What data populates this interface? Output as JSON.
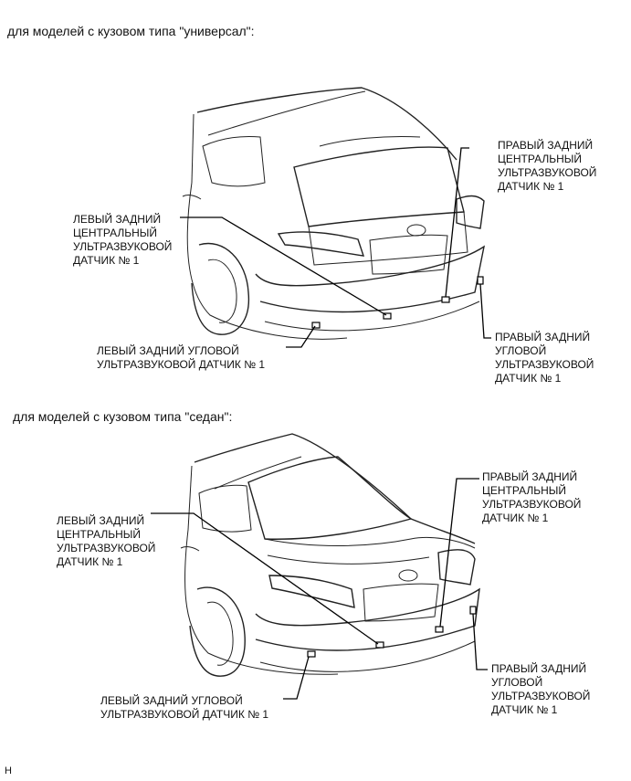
{
  "sections": [
    {
      "caption": "для моделей с кузовом типа \"универсал\":",
      "labels": {
        "rear_right_center": [
          "ПРАВЫЙ ЗАДНИЙ",
          "ЦЕНТРАЛЬНЫЙ",
          "УЛЬТРАЗВУКОВОЙ",
          "ДАТЧИК № 1"
        ],
        "rear_left_center": [
          "ЛЕВЫЙ ЗАДНИЙ",
          "ЦЕНТРАЛЬНЫЙ",
          "УЛЬТРАЗВУКОВОЙ",
          "ДАТЧИК № 1"
        ],
        "rear_left_corner": [
          "ЛЕВЫЙ ЗАДНИЙ УГЛОВОЙ",
          "УЛЬТРАЗВУКОВОЙ ДАТЧИК № 1"
        ],
        "rear_right_corner": [
          "ПРАВЫЙ ЗАДНИЙ",
          "УГЛОВОЙ",
          "УЛЬТРАЗВУКОВОЙ",
          "ДАТЧИК № 1"
        ]
      }
    },
    {
      "caption": "для моделей с кузовом типа \"седан\":",
      "labels": {
        "rear_right_center": [
          "ПРАВЫЙ ЗАДНИЙ",
          "ЦЕНТРАЛЬНЫЙ",
          "УЛЬТРАЗВУКОВОЙ",
          "ДАТЧИК № 1"
        ],
        "rear_left_center": [
          "ЛЕВЫЙ ЗАДНИЙ",
          "ЦЕНТРАЛЬНЫЙ",
          "УЛЬТРАЗВУКОВОЙ",
          "ДАТЧИК № 1"
        ],
        "rear_left_corner": [
          "ЛЕВЫЙ ЗАДНИЙ УГЛОВОЙ",
          "УЛЬТРАЗВУКОВОЙ ДАТЧИК № 1"
        ],
        "rear_right_corner": [
          "ПРАВЫЙ ЗАДНИЙ",
          "УГЛОВОЙ",
          "УЛЬТРАЗВУКОВОЙ",
          "ДАТЧИК № 1"
        ]
      }
    }
  ],
  "footer": "H"
}
